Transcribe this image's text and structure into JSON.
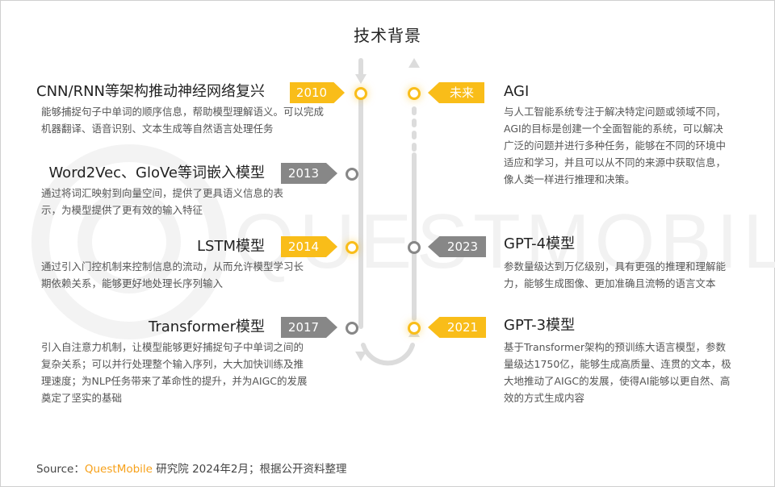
{
  "title": "技术背景",
  "watermark": "QUESTMOBILE",
  "colors": {
    "accent_yellow": "#f9bd19",
    "tag_gray": "#878787",
    "line_gray": "#dcdcdc",
    "brand_orange": "#f7a11a"
  },
  "left_events": [
    {
      "year": "2010",
      "style": "yellow",
      "heading": "CNN/RNN等架构推动神经网络复兴",
      "description": "能够捕捉句子中单词的顺序信息，帮助模型理解语义。可以完成机器翻译、语音识别、文本生成等自然语言处理任务"
    },
    {
      "year": "2013",
      "style": "gray",
      "heading": "Word2Vec、GloVe等词嵌入模型",
      "description": "通过将词汇映射到向量空间，提供了更具语义信息的表示，为模型提供了更有效的输入特征"
    },
    {
      "year": "2014",
      "style": "yellow",
      "heading": "LSTM模型",
      "description": "通过引入门控机制来控制信息的流动，从而允许模型学习长期依赖关系，能够更好地处理长序列输入"
    },
    {
      "year": "2017",
      "style": "gray",
      "heading": "Transformer模型",
      "description": "引入自注意力机制，让模型能够更好捕捉句子中单词之间的复杂关系；可以并行处理整个输入序列，大大加快训练及推理速度；为NLP任务带来了革命性的提升，并为AIGC的发展奠定了坚实的基础"
    }
  ],
  "right_events": [
    {
      "year": "未来",
      "style": "yellow",
      "heading": "AGI",
      "description": "与人工智能系统专注于解决特定问题或领域不同，AGI的目标是创建一个全面智能的系统，可以解决广泛的问题并进行多种任务，能够在不同的环境中适应和学习，并且可以从不同的来源中获取信息，像人类一样进行推理和决策。"
    },
    {
      "year": "2023",
      "style": "gray",
      "heading": "GPT-4模型",
      "description": "参数量级达到万亿级别，具有更强的推理和理解能力，能够生成图像、更加准确且流畅的语言文本"
    },
    {
      "year": "2021",
      "style": "yellow",
      "heading": "GPT-3模型",
      "description": "基于Transformer架构的预训练大语言模型，参数量级达1750亿，能够生成高质量、连贯的文本，极大地推动了AIGC的发展，使得AI能够以更自然、高效的方式生成内容"
    }
  ],
  "source": {
    "prefix": "Source：",
    "brand": "QuestMobile",
    "suffix": " 研究院 2024年2月；根据公开资料整理"
  }
}
